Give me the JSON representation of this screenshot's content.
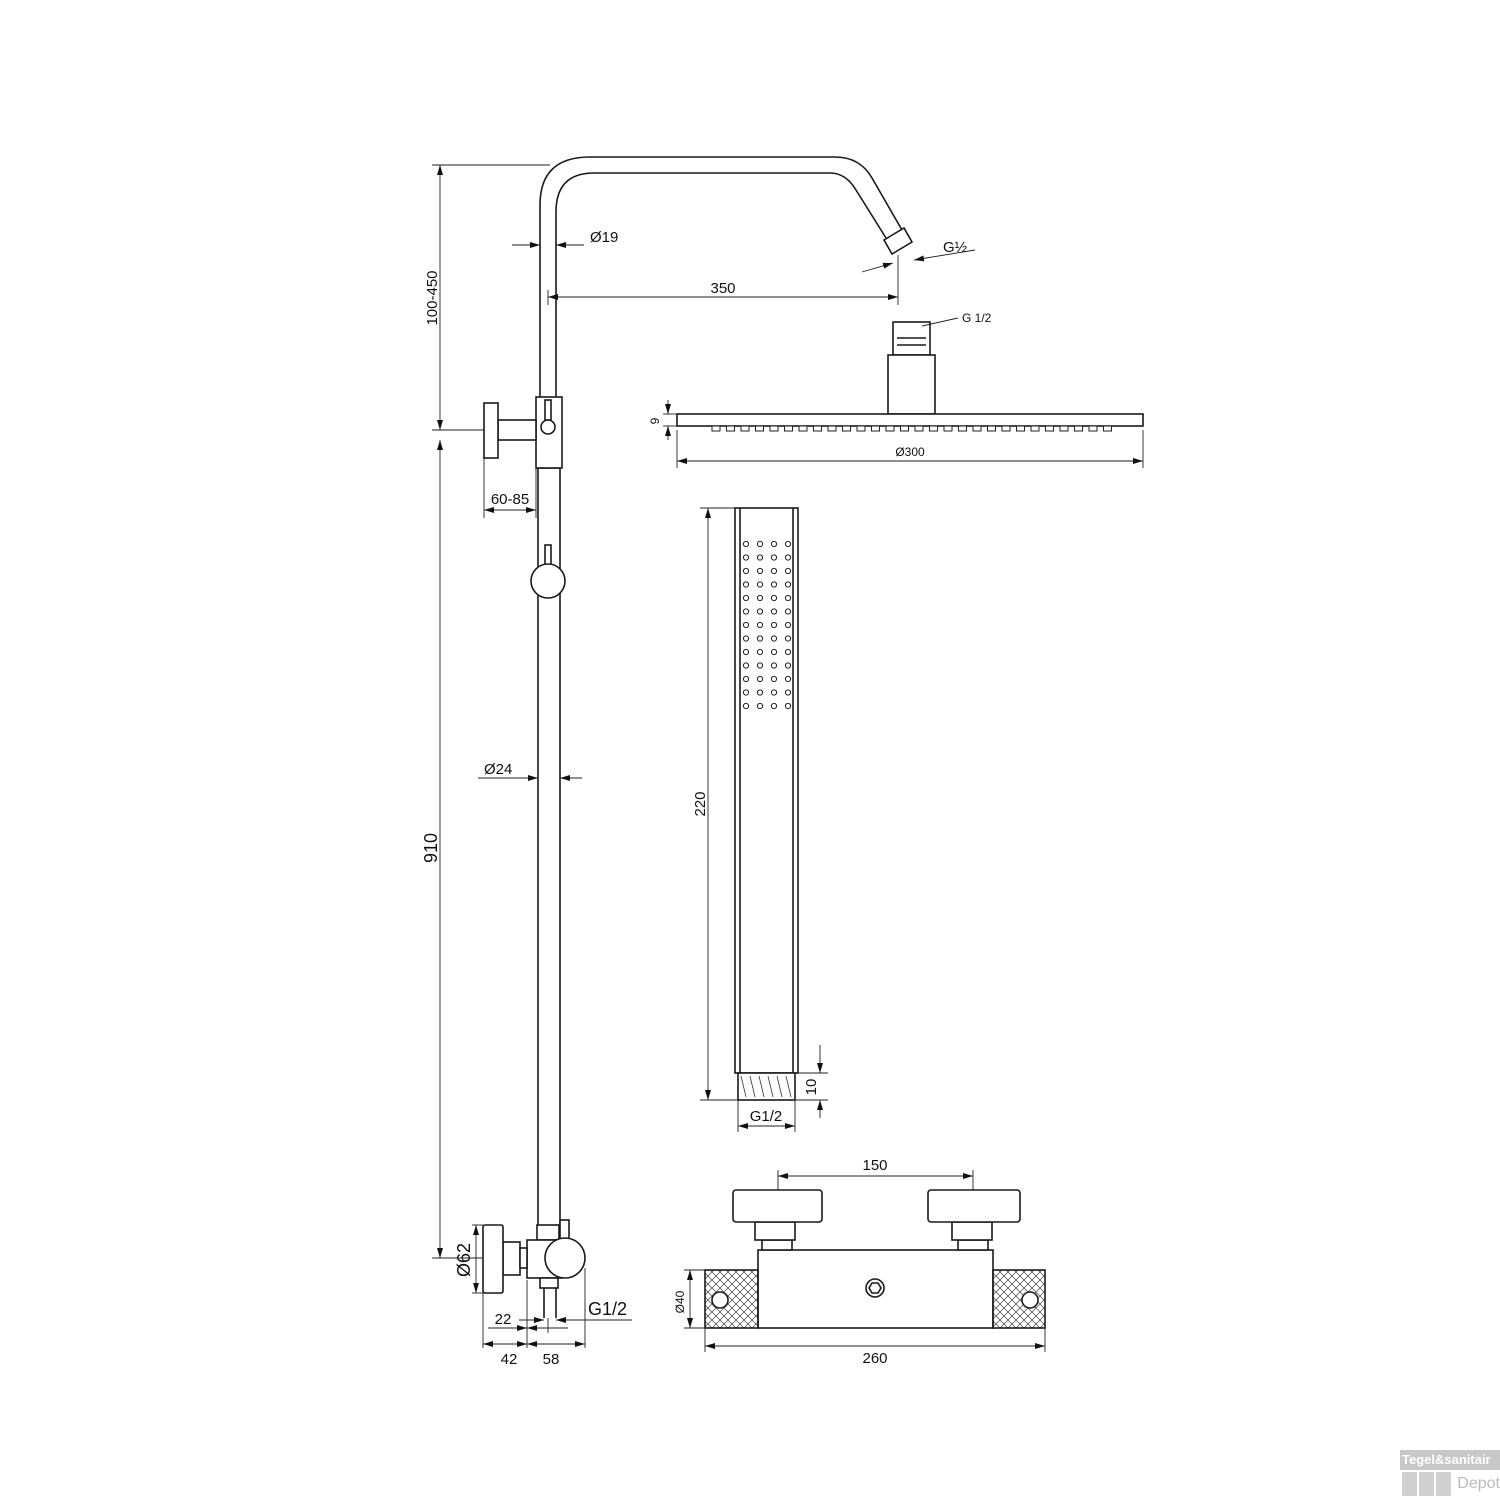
{
  "drawing": {
    "riser": {
      "height_adjust": "100-450",
      "arm_diameter": "Ø19",
      "arm_length": "350",
      "arm_thread": "G½",
      "diverter_offset": "60-85",
      "pipe_diameter": "Ø24",
      "rail_height": "910",
      "knob_diameter": "Ø62",
      "dim_22": "22",
      "outlet_thread": "G1/2",
      "dim_42": "42",
      "dim_58": "58"
    },
    "head_shower": {
      "thread": "G 1/2",
      "thickness": "9",
      "diameter": "Ø300"
    },
    "hand_shower": {
      "length": "220",
      "thread_length": "10",
      "thread": "G1/2"
    },
    "thermostat": {
      "center_distance": "150",
      "body_diameter": "Ø40",
      "width": "260"
    }
  },
  "watermark": {
    "brand": "Tegel&sanitair",
    "sub": "Depot"
  }
}
